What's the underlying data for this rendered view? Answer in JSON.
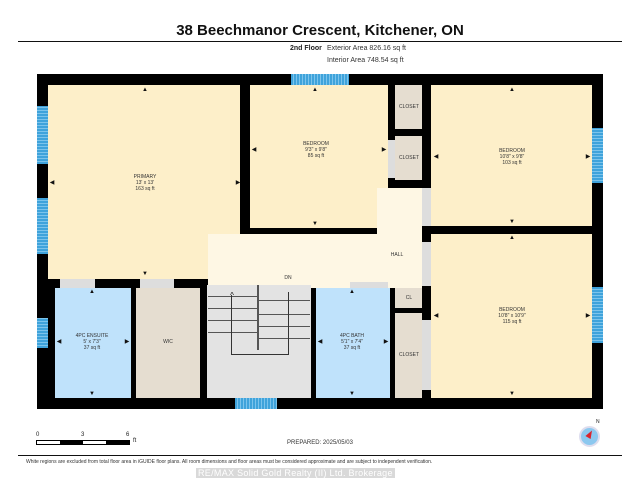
{
  "header": {
    "title": "38 Beechmanor Crescent, Kitchener, ON",
    "floor_name": "2nd Floor",
    "exterior_area": "Exterior Area 826.16 sq ft",
    "interior_area": "Interior Area 748.54 sq ft"
  },
  "colors": {
    "bedroom_fill": "#fdefc9",
    "hall_fill": "#fef7e4",
    "bath_fill": "#bfe2fb",
    "closet_fill": "#e5ddd0",
    "stair_fill": "#e3e3e3",
    "wall": "#000000",
    "window": "#3fa3db"
  },
  "rooms": [
    {
      "name": "PRIMARY",
      "dims": "13' x 13'",
      "area": "163 sq ft"
    },
    {
      "name": "BEDROOM",
      "dims": "9'3\" x 9'8\"",
      "area": "85 sq ft"
    },
    {
      "name": "BEDROOM",
      "dims": "10'8\" x 9'8\"",
      "area": "103 sq ft"
    },
    {
      "name": "BEDROOM",
      "dims": "10'8\" x 10'9\"",
      "area": "115 sq ft"
    },
    {
      "name": "4PC ENSUITE",
      "dims": "5' x 7'3\"",
      "area": "37 sq ft"
    },
    {
      "name": "4PC BATH",
      "dims": "5'1\" x 7'4\"",
      "area": "37 sq ft"
    },
    {
      "name": "WIC"
    },
    {
      "name": "HALL"
    },
    {
      "name": "CLOSET"
    },
    {
      "name": "CLOSET"
    },
    {
      "name": "CL"
    },
    {
      "name": "CLOSET"
    }
  ],
  "stairs": {
    "label": "DN"
  },
  "scale": {
    "ticks": [
      "0",
      "3",
      "6"
    ],
    "unit": "ft"
  },
  "footer": {
    "prepared": "PREPARED: 2025/05/03",
    "disclaimer": "White regions are excluded from total floor area in iGUIDE floor plans. All room dimensions and floor areas must be considered approximate and are subject to independent verification.",
    "brokerage": "RE/MAX Solid Gold Realty (II) Ltd. Brokerage"
  },
  "compass": {
    "label": "N"
  }
}
